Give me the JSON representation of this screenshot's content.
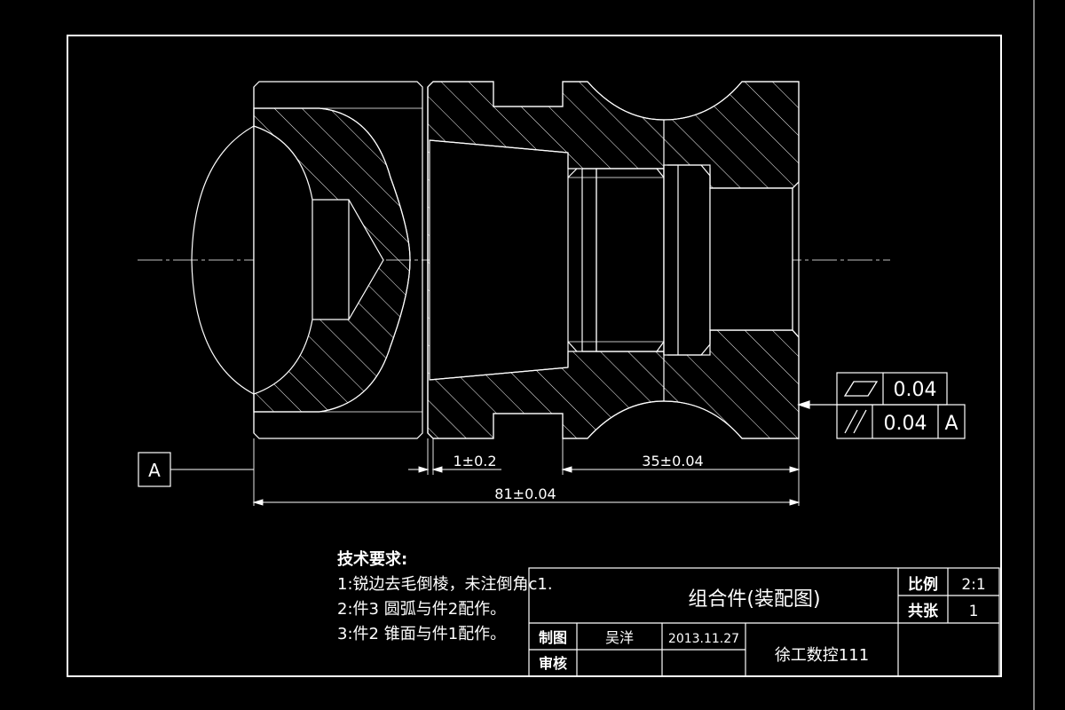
{
  "tolerances": {
    "flatness": {
      "value": "0.04",
      "symbol": "flatness-icon"
    },
    "parallelism": {
      "value": "0.04",
      "datum": "A",
      "symbol": "parallel-icon"
    }
  },
  "datum_label": "A",
  "dimensions": {
    "gap": "1±0.2",
    "length_35": "35±0.04",
    "overall": "81±0.04"
  },
  "notes": {
    "heading": "技术要求:",
    "lines": [
      "1:锐边去毛倒棱，未注倒角c1.",
      "2:件3 圆弧与件2配作。",
      "3:件2 锥面与件1配作。"
    ]
  },
  "title_block": {
    "title": "组合件(装配图)",
    "scale_label": "比例",
    "scale_value": "2:1",
    "sheets_label": "共张",
    "sheets_value": "1",
    "drawn_label": "制图",
    "drawn_by": "吴洋",
    "drawn_date": "2013.11.27",
    "checked_label": "审核",
    "organization": "徐工数控111"
  },
  "colors": {
    "line": "#ffffff",
    "background": "#000000"
  }
}
